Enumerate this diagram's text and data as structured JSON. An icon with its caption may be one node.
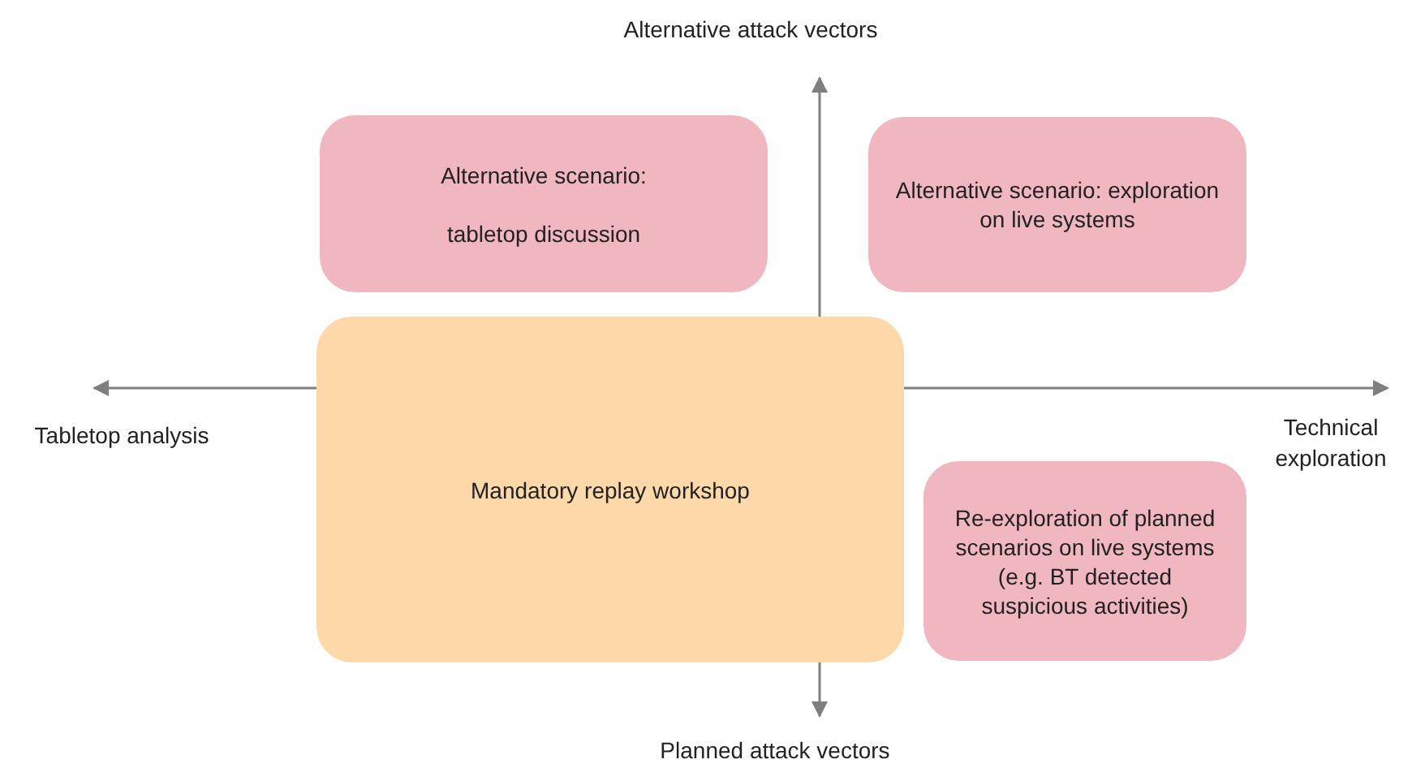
{
  "diagram": {
    "nodes": [
      {
        "text": [
          "Alternative scenario:",
          "tabletop discussion"
        ]
      },
      {
        "text": [
          "Alternative scenario: exploration on live systems"
        ]
      },
      {
        "text": [
          "Mandatory replay workshop"
        ]
      },
      {
        "text": [
          "Re-exploration of planned scenarios on live systems (e.g. BT detected suspicious activities)"
        ]
      }
    ],
    "labels": [
      "Alternative attack vectors",
      "Tabletop analysis",
      "Technical exploration",
      "Planned attack vectors"
    ]
  }
}
